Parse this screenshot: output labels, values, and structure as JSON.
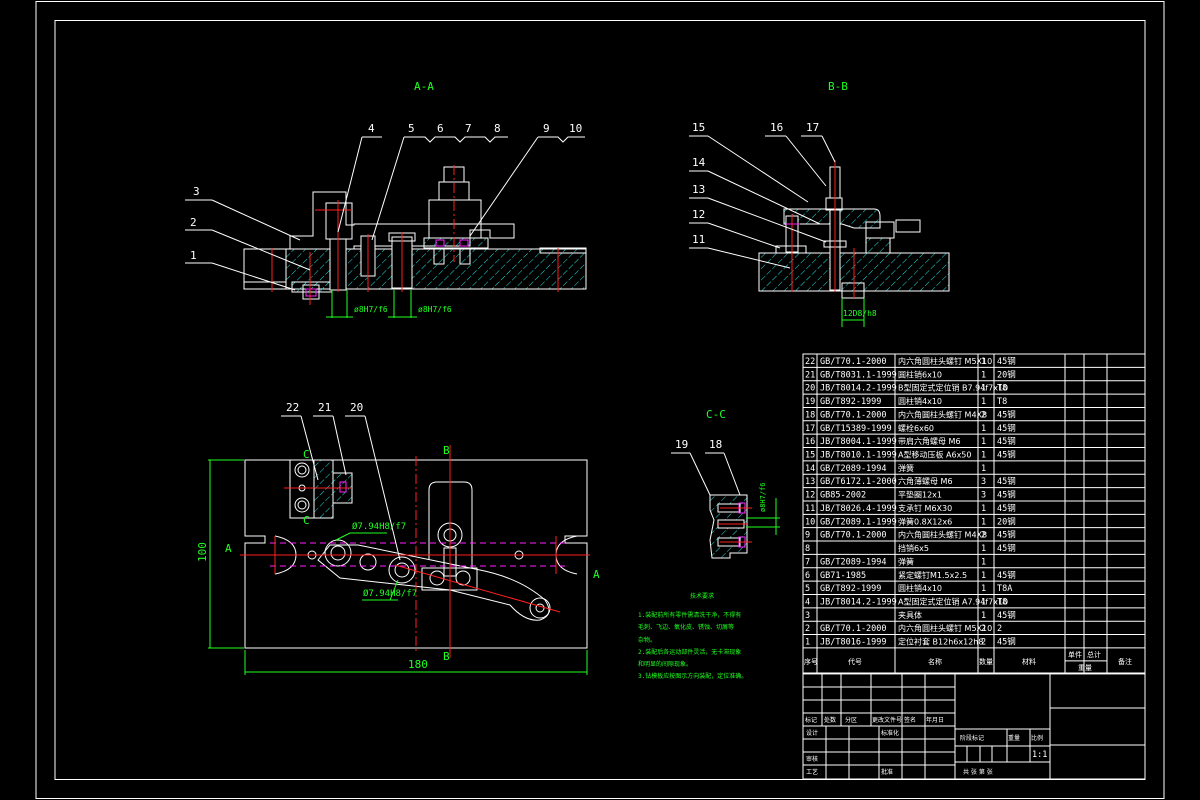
{
  "drawing": {
    "views": {
      "section_aa": {
        "title": "A-A",
        "callouts": [
          "1",
          "2",
          "3",
          "4",
          "5",
          "6",
          "7",
          "8",
          "9",
          "10"
        ],
        "fit_dim_left": "ø8H7/f6",
        "fit_dim_right": "ø8H7/f6"
      },
      "section_bb": {
        "title": "B-B",
        "callouts": [
          "11",
          "12",
          "13",
          "14",
          "15",
          "16",
          "17"
        ],
        "fit_dim": "12D8/h8"
      },
      "section_cc": {
        "title": "C-C",
        "callouts": [
          "19",
          "18"
        ],
        "fit_dim": "ø8H7/f6"
      },
      "plan_view": {
        "callouts": [
          "22",
          "21",
          "20"
        ],
        "width_dim": "180",
        "height_dim": "100",
        "fit_dim_upper": "Ø7.94H8/f7",
        "fit_dim_lower": "Ø7.94H8/f7",
        "section_markers": {
          "a": "A",
          "b": "B",
          "c": "C"
        }
      }
    },
    "notes": {
      "title": "技术要求",
      "lines": [
        "1.装配前所有零件需清洗干净，不得有",
        "毛刺、飞边、氧化皮、锈蚀、切屑等",
        "杂物。",
        "2.装配后各运动部件灵活，无卡滞现象",
        "和明显的间隙现象。",
        "3.钻模板应按图示方向装配，定位准确。"
      ]
    }
  },
  "parts_list": {
    "headers": {
      "no": "序号",
      "code": "代号",
      "name": "名称",
      "qty": "数量",
      "material": "材料",
      "single": "单件",
      "total": "总计",
      "weight": "重量",
      "remark": "备注"
    },
    "rows": [
      {
        "no": "22",
        "code": "GB/T70.1-2000",
        "name": "内六角圆柱头螺钉 M5X10",
        "qty": "1",
        "material": "45钢"
      },
      {
        "no": "21",
        "code": "GB/T8031.1-1999",
        "name": "圆柱销6x10",
        "qty": "1",
        "material": "20钢"
      },
      {
        "no": "20",
        "code": "JB/T8014.2-1999",
        "name": "B型固定式定位销 B7.94f7x10",
        "qty": "1",
        "material": "T8"
      },
      {
        "no": "19",
        "code": "GB/T892-1999",
        "name": "圆柱销4x10",
        "qty": "1",
        "material": "T8"
      },
      {
        "no": "18",
        "code": "GB/T70.1-2000",
        "name": "内六角圆柱头螺钉 M4X8",
        "qty": "2",
        "material": "45钢"
      },
      {
        "no": "17",
        "code": "GB/T15389-1999",
        "name": "螺栓6x60",
        "qty": "1",
        "material": "45钢"
      },
      {
        "no": "16",
        "code": "JB/T8004.1-1999",
        "name": "带肩六角螺母 M6",
        "qty": "1",
        "material": "45钢"
      },
      {
        "no": "15",
        "code": "JB/T8010.1-1999",
        "name": "A型移动压板 A6x50",
        "qty": "1",
        "material": "45钢"
      },
      {
        "no": "14",
        "code": "GB/T2089-1994",
        "name": "弹簧",
        "qty": "1",
        "material": ""
      },
      {
        "no": "13",
        "code": "GB/T6172.1-2000",
        "name": "六角薄螺母 M6",
        "qty": "3",
        "material": "45钢"
      },
      {
        "no": "12",
        "code": "GB85-2002",
        "name": "平垫圈12x1",
        "qty": "3",
        "material": "45钢"
      },
      {
        "no": "11",
        "code": "JB/T8026.4-1999",
        "name": "支承钉 M6X30",
        "qty": "1",
        "material": "45钢"
      },
      {
        "no": "10",
        "code": "GB/T2089.1-1999",
        "name": "弹簧0.8X12x6",
        "qty": "1",
        "material": "20钢"
      },
      {
        "no": "9",
        "code": "GB/T70.1-2000",
        "name": "内六角圆柱头螺钉 M4X8",
        "qty": "2",
        "material": "45钢"
      },
      {
        "no": "8",
        "code": "",
        "name": "挡销6x5",
        "qty": "1",
        "material": "45钢"
      },
      {
        "no": "7",
        "code": "GB/T2089-1994",
        "name": "弹簧",
        "qty": "1",
        "material": ""
      },
      {
        "no": "6",
        "code": "GB71-1985",
        "name": "紧定螺钉M1.5x2.5",
        "qty": "1",
        "material": "45钢"
      },
      {
        "no": "5",
        "code": "GB/T892-1999",
        "name": "圆柱销4x10",
        "qty": "1",
        "material": "T8A"
      },
      {
        "no": "4",
        "code": "JB/T8014.2-1999",
        "name": "A型固定式定位销 A7.94f7x10",
        "qty": "1",
        "material": "T8"
      },
      {
        "no": "3",
        "code": "",
        "name": "夹具体",
        "qty": "1",
        "material": "45钢"
      },
      {
        "no": "2",
        "code": "GB/T70.1-2000",
        "name": "内六角圆柱头螺钉 M5X10",
        "qty": "2",
        "material": "2"
      },
      {
        "no": "1",
        "code": "JB/T8016-1999",
        "name": "定位衬套 B12h6x12h8",
        "qty": "2",
        "material": "45钢"
      }
    ]
  },
  "title_block": {
    "labels": {
      "mark": "标记",
      "count": "处数",
      "zone": "分区",
      "change_doc": "更改文件号",
      "sign": "签名",
      "date": "年月日",
      "design": "设计",
      "standardize": "标准化",
      "review": "审核",
      "process": "工艺",
      "approve": "批准",
      "stage_mark": "阶段标记",
      "weight": "重量",
      "scale": "比例",
      "sheets": "共 张 第 张"
    },
    "scale_value": "1:1"
  },
  "colors": {
    "background": "#000000",
    "line": "#ffffff",
    "dimension": "#20ff20",
    "centerline": "#ff2020",
    "hidden": "#ff20ff",
    "hatch": "#20e0e0"
  }
}
